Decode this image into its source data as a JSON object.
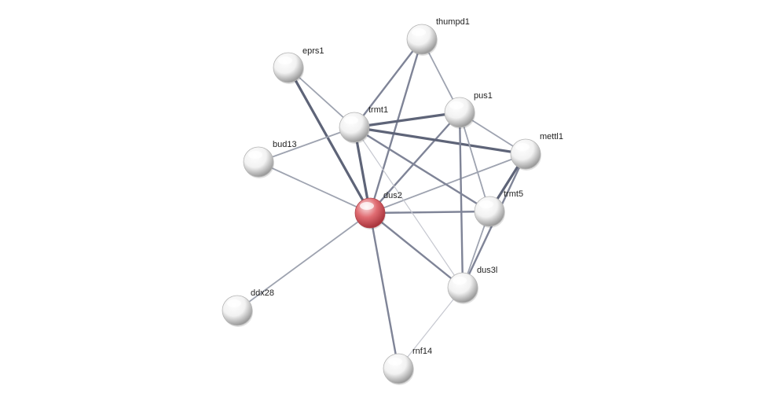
{
  "network": {
    "nodes": [
      {
        "id": "dus2",
        "label": "dus2",
        "query": true
      },
      {
        "id": "trmt1",
        "label": "trmt1",
        "query": false
      },
      {
        "id": "eprs1",
        "label": "eprs1",
        "query": false
      },
      {
        "id": "thumpd1",
        "label": "thumpd1",
        "query": false
      },
      {
        "id": "pus1",
        "label": "pus1",
        "query": false
      },
      {
        "id": "mettl1",
        "label": "mettl1",
        "query": false
      },
      {
        "id": "bud13",
        "label": "bud13",
        "query": false
      },
      {
        "id": "trmt5",
        "label": "trmt5",
        "query": false
      },
      {
        "id": "dus3l",
        "label": "dus3l",
        "query": false
      },
      {
        "id": "ddx28",
        "label": "ddx28",
        "query": false
      },
      {
        "id": "rnf14",
        "label": "rnf14",
        "query": false
      }
    ],
    "edges": [
      {
        "source": "dus2",
        "target": "eprs1",
        "confidence": "high"
      },
      {
        "source": "dus2",
        "target": "trmt1",
        "confidence": "high"
      },
      {
        "source": "dus2",
        "target": "thumpd1",
        "confidence": "medium"
      },
      {
        "source": "dus2",
        "target": "pus1",
        "confidence": "medium"
      },
      {
        "source": "dus2",
        "target": "mettl1",
        "confidence": "low"
      },
      {
        "source": "dus2",
        "target": "trmt5",
        "confidence": "medium"
      },
      {
        "source": "dus2",
        "target": "dus3l",
        "confidence": "medium"
      },
      {
        "source": "dus2",
        "target": "bud13",
        "confidence": "low"
      },
      {
        "source": "dus2",
        "target": "ddx28",
        "confidence": "low"
      },
      {
        "source": "dus2",
        "target": "rnf14",
        "confidence": "medium"
      },
      {
        "source": "trmt1",
        "target": "eprs1",
        "confidence": "low"
      },
      {
        "source": "trmt1",
        "target": "thumpd1",
        "confidence": "medium"
      },
      {
        "source": "trmt1",
        "target": "pus1",
        "confidence": "high"
      },
      {
        "source": "trmt1",
        "target": "mettl1",
        "confidence": "high"
      },
      {
        "source": "trmt1",
        "target": "trmt5",
        "confidence": "medium"
      },
      {
        "source": "trmt1",
        "target": "bud13",
        "confidence": "low"
      },
      {
        "source": "trmt1",
        "target": "dus3l",
        "confidence": "faint"
      },
      {
        "source": "thumpd1",
        "target": "pus1",
        "confidence": "low"
      },
      {
        "source": "pus1",
        "target": "mettl1",
        "confidence": "low"
      },
      {
        "source": "pus1",
        "target": "trmt5",
        "confidence": "low"
      },
      {
        "source": "pus1",
        "target": "dus3l",
        "confidence": "medium"
      },
      {
        "source": "mettl1",
        "target": "trmt5",
        "confidence": "high"
      },
      {
        "source": "mettl1",
        "target": "dus3l",
        "confidence": "medium"
      },
      {
        "source": "trmt5",
        "target": "dus3l",
        "confidence": "low"
      },
      {
        "source": "dus3l",
        "target": "rnf14",
        "confidence": "faint"
      }
    ],
    "colors": {
      "query_node": "#e06c72",
      "query_node_dark": "#a8343c",
      "node": "#f2f2f2",
      "node_dark": "#9a9a9a",
      "edge_high": "#5e6478",
      "edge_medium": "#7f8497",
      "edge_low": "#9ea3b0",
      "edge_faint": "#c6c8d0"
    }
  }
}
